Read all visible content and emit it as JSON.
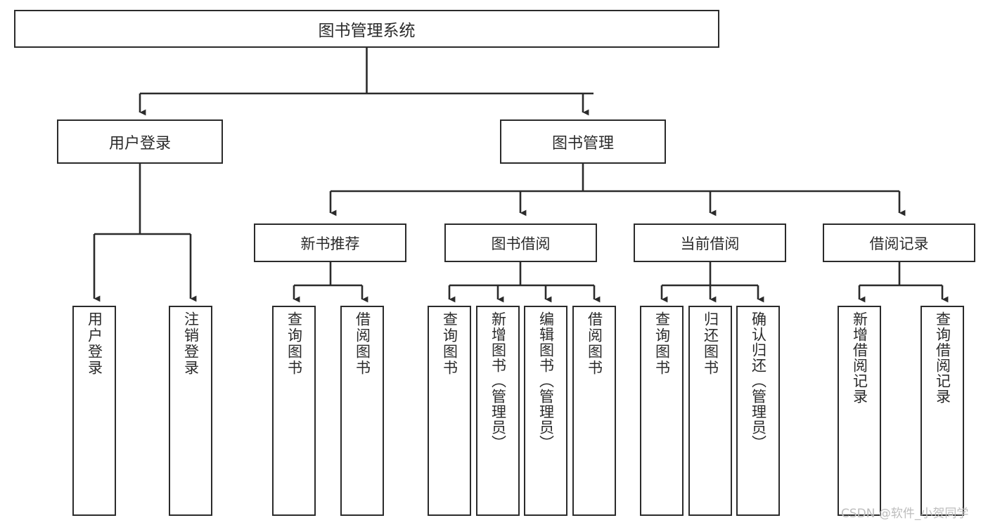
{
  "diagram": {
    "title": "图书管理系统",
    "type": "hierarchy-tree",
    "root": {
      "label": "图书管理系统"
    },
    "level1": [
      {
        "label": "用户登录"
      },
      {
        "label": "图书管理"
      }
    ],
    "level2": [
      {
        "label": "新书推荐"
      },
      {
        "label": "图书借阅"
      },
      {
        "label": "当前借阅"
      },
      {
        "label": "借阅记录"
      }
    ],
    "leaves": {
      "user_login": [
        {
          "label": "用户登录"
        },
        {
          "label": "注销登录"
        }
      ],
      "new_book_recommend": [
        {
          "label": "查询图书"
        },
        {
          "label": "借阅图书"
        }
      ],
      "book_borrow": [
        {
          "label": "查询图书"
        },
        {
          "label": "新增图书（管理员）"
        },
        {
          "label": "编辑图书（管理员）"
        },
        {
          "label": "借阅图书"
        }
      ],
      "current_borrow": [
        {
          "label": "查询图书"
        },
        {
          "label": "归还图书"
        },
        {
          "label": "确认归还（管理员）"
        }
      ],
      "borrow_record": [
        {
          "label": "新增借阅记录"
        },
        {
          "label": "查询借阅记录"
        }
      ]
    }
  },
  "watermark": {
    "text": "CSDN @软件_小贺同学"
  },
  "colors": {
    "stroke": "#2b2b2b",
    "background": "#ffffff",
    "text": "#2b2b2b",
    "watermark": "#bdbdbd"
  }
}
